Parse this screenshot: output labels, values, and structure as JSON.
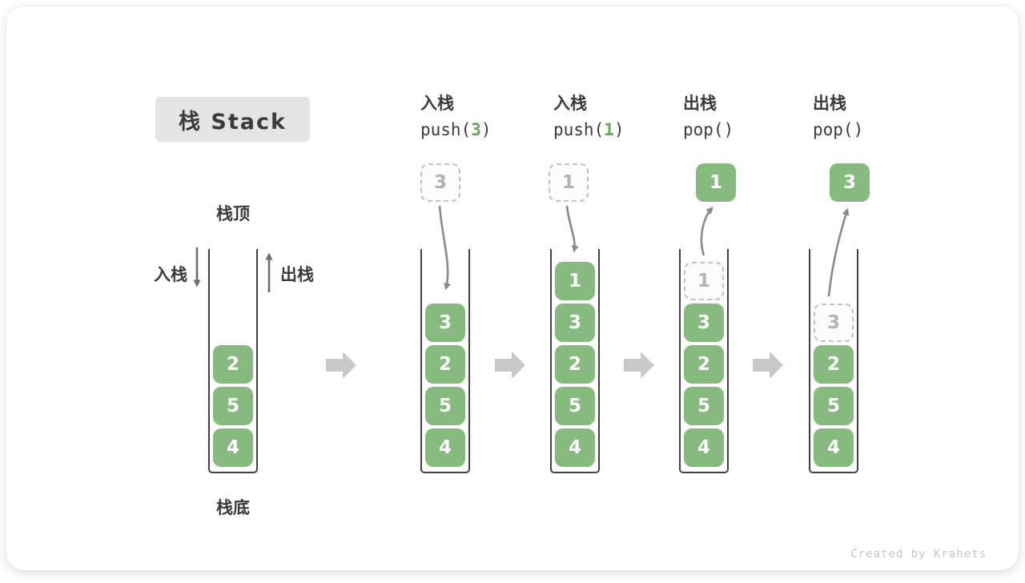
{
  "title": "栈 Stack",
  "watermark": "Created by Krahets",
  "colors": {
    "green": "#87ba7e",
    "green_arg": "#64a753",
    "dark_text": "#3b3b3b",
    "title_bg": "#e4e4e4",
    "container_border": "#424242",
    "dashed_border": "#c2c2c2",
    "dashed_text": "#b3b3b3",
    "block_arrow": "#c9c9c9",
    "curve_arrow": "#8a8a8a",
    "straight_arrow": "#6e6e6e",
    "watermark": "#c8c8c8"
  },
  "first_stack": {
    "top_label": "栈顶",
    "bottom_label": "栈底",
    "push_label": "入栈",
    "pop_label": "出栈"
  },
  "operations": [
    {
      "cn": "入栈",
      "pre": "push(",
      "arg": "3",
      "post": ")"
    },
    {
      "cn": "入栈",
      "pre": "push(",
      "arg": "1",
      "post": ")"
    },
    {
      "cn": "出栈",
      "pre": "pop()",
      "arg": "",
      "post": ""
    },
    {
      "cn": "出栈",
      "pre": "pop()",
      "arg": "",
      "post": ""
    }
  ],
  "stacks": [
    {
      "items": [
        "2",
        "5",
        "4"
      ]
    },
    {
      "float": "3",
      "items": [
        "3",
        "2",
        "5",
        "4"
      ]
    },
    {
      "float": "1",
      "items": [
        "1",
        "3",
        "2",
        "5",
        "4"
      ]
    },
    {
      "float": "1",
      "ghost": "1",
      "items": [
        "3",
        "2",
        "5",
        "4"
      ]
    },
    {
      "float": "3",
      "ghost": "3",
      "items": [
        "2",
        "5",
        "4"
      ]
    }
  ]
}
